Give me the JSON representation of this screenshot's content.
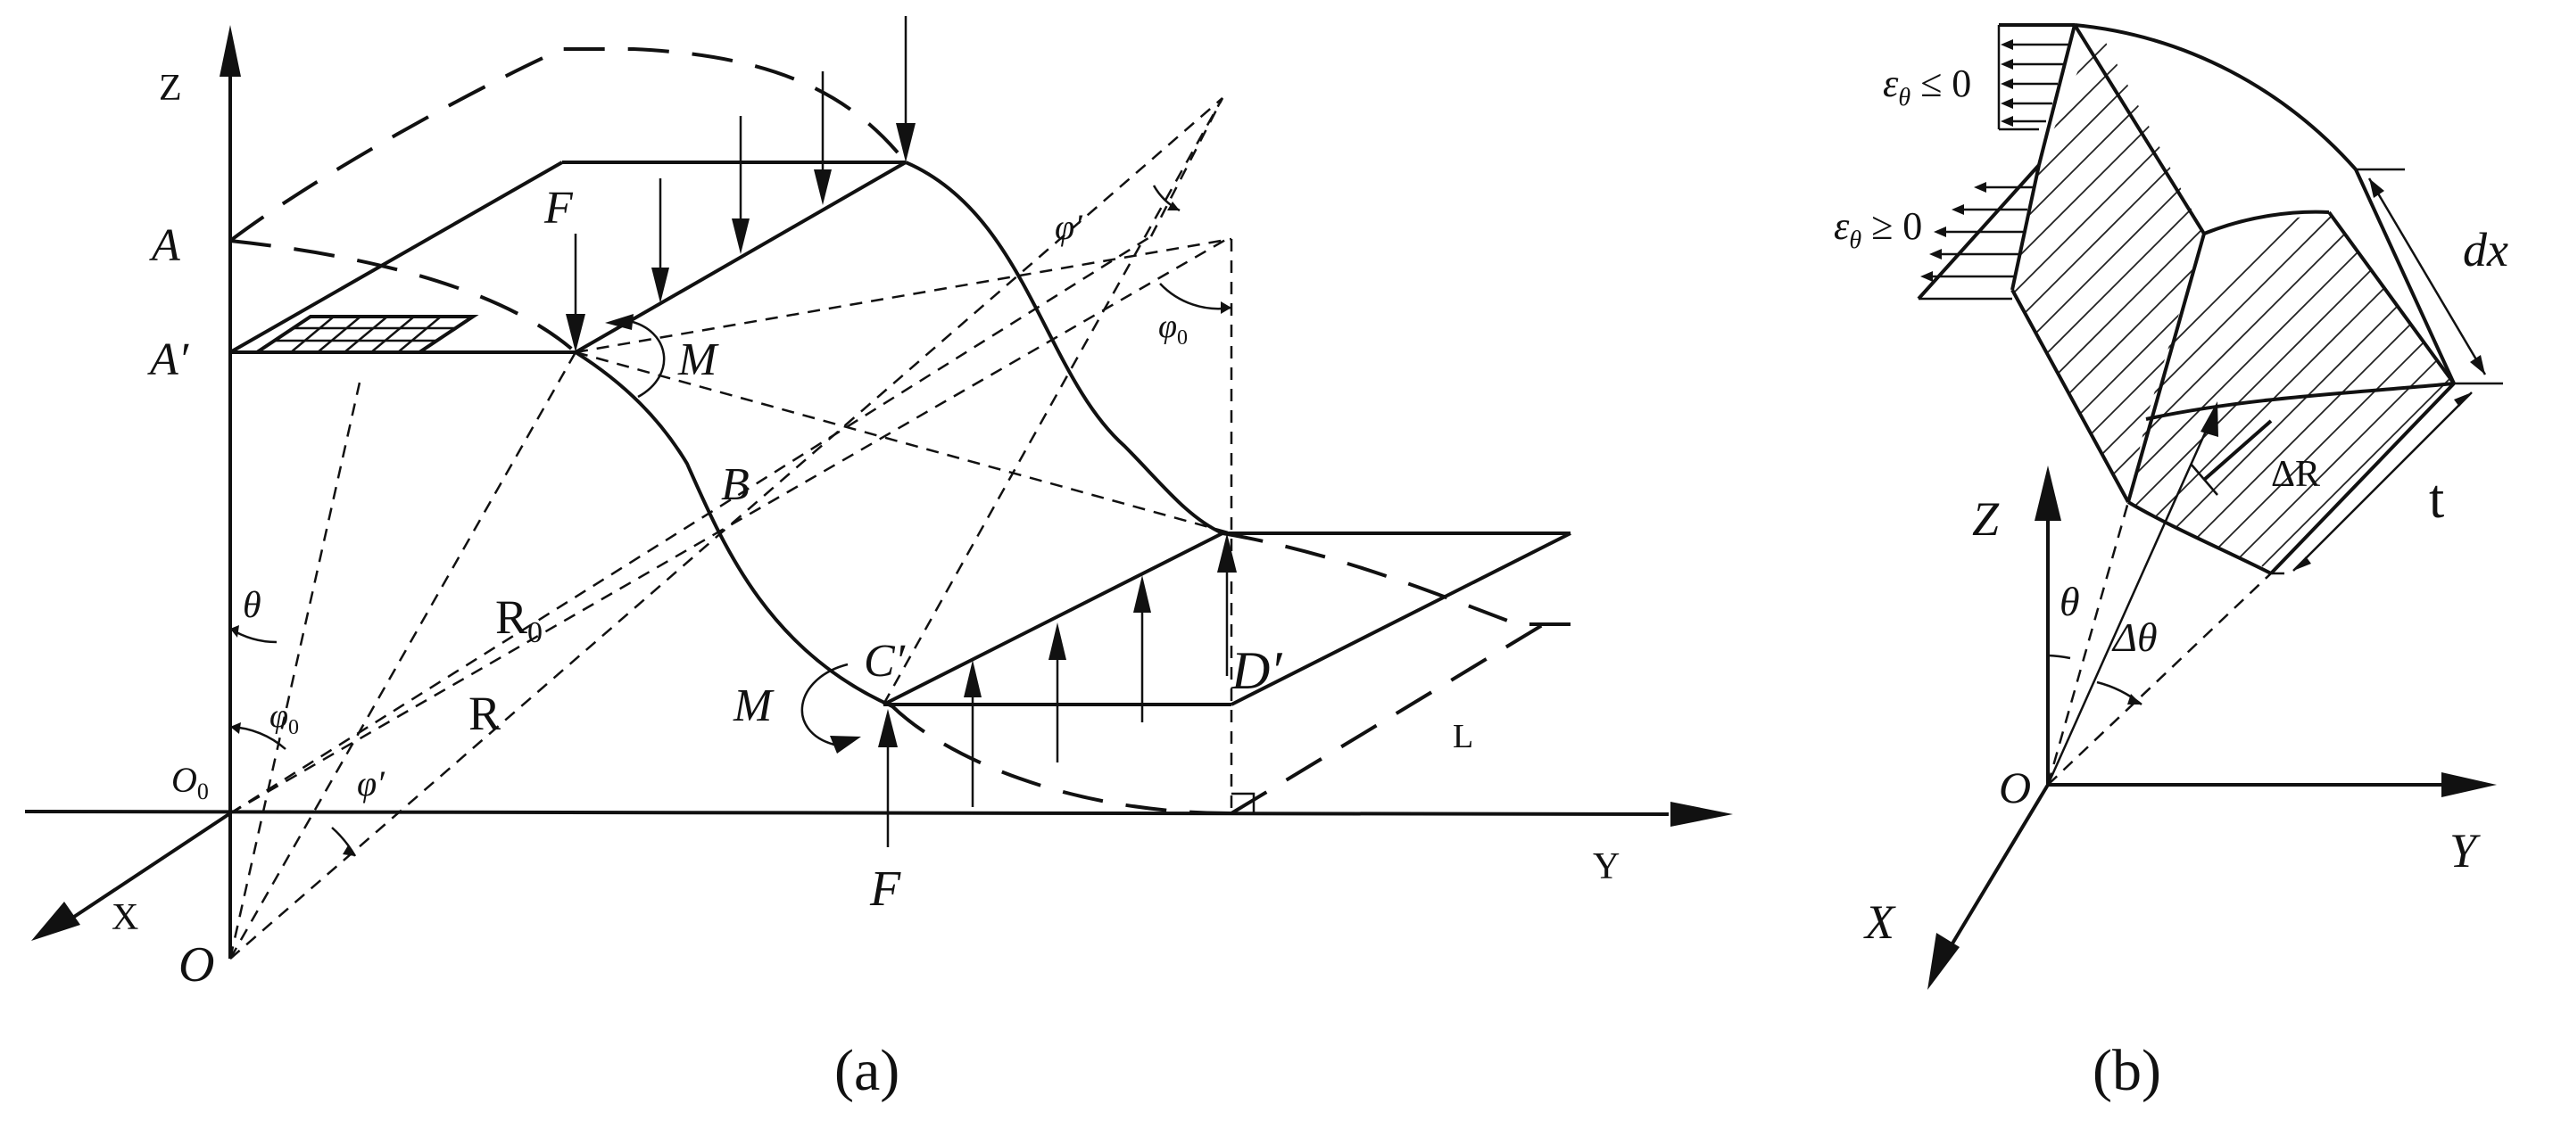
{
  "panel_a": {
    "caption": "(a)",
    "axis_z": "Z",
    "axis_y": "Y",
    "axis_x": "X",
    "point_a": "A",
    "point_a_prime": "A′",
    "point_b": "B",
    "point_c_prime": "C′",
    "point_d_prime": "D′",
    "origin_o0": "O",
    "origin_o0_sub": "0",
    "origin_o": "O",
    "force_top": "F",
    "force_bottom": "F",
    "moment_top": "M",
    "moment_bottom": "M",
    "radius_r0": "R",
    "radius_r0_sub": "0",
    "radius_r": "R",
    "angle_theta": "θ",
    "angle_phi0_left": "φ",
    "angle_phi0_left_sub": "0",
    "angle_phi_prime_bottom": "φ′",
    "angle_phi_prime_top": "φ′",
    "angle_phi0_right": "φ",
    "angle_phi0_right_sub": "0",
    "length_l": "L"
  },
  "panel_b": {
    "caption": "(b)",
    "strain_top": "ε",
    "strain_top_sub": "θ",
    "strain_top_rel": " ≤ 0",
    "strain_bottom": "ε",
    "strain_bottom_sub": "θ",
    "strain_bottom_rel": " ≥ 0",
    "length_dx": "dx",
    "delta_r": "ΔR",
    "thickness_t": "t",
    "axis_z": "Z",
    "axis_y": "Y",
    "axis_x": "X",
    "origin": "O",
    "angle_theta": "θ",
    "angle_dtheta": "Δθ"
  }
}
